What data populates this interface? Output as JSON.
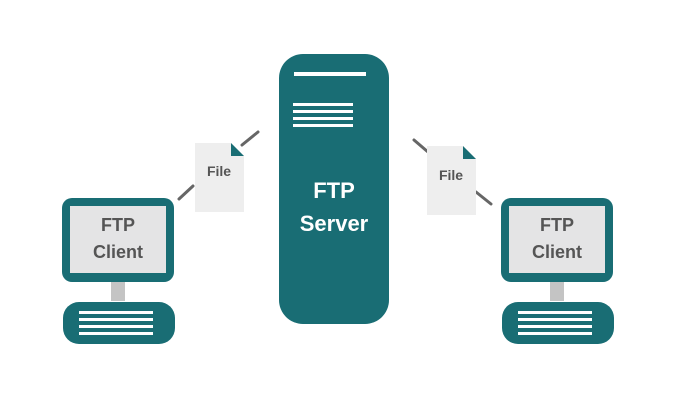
{
  "diagram": {
    "colors": {
      "teal": "#196d74",
      "screen": "#e4e4e5",
      "stand": "#c4c4c4",
      "file_paper": "#eeeeee",
      "connector": "#666666",
      "text_dark": "#555555",
      "text_light": "#ffffff"
    },
    "server": {
      "line1": "FTP",
      "line2": "Server"
    },
    "left_client": {
      "line1": "FTP",
      "line2": "Client"
    },
    "right_client": {
      "line1": "FTP",
      "line2": "Client"
    },
    "left_file": {
      "label": "File"
    },
    "right_file": {
      "label": "File"
    }
  }
}
